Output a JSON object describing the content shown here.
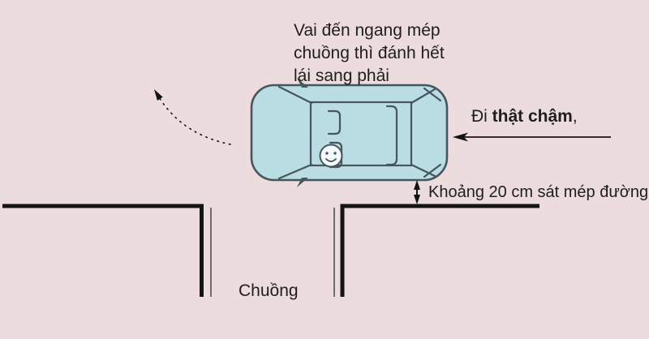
{
  "scene": {
    "background_color": "#ecdcdd",
    "car_fill": "#b9dde3",
    "car_stroke": "#46565c",
    "line_color": "#141414",
    "thin_line_color": "#3c3c3c",
    "text_color": "#1e1e1e",
    "smiley_fill": "#f4fafb"
  },
  "labels": {
    "instruction_lines": [
      "Vai đến ngang mép",
      "chuồng thì đánh hết",
      "lái sang phải"
    ],
    "speed_prefix": "Đi ",
    "speed_bold": "thật chậm",
    "speed_suffix": ",",
    "distance_note": "Khoảng 20 cm sát mép đường",
    "garage_label": "Chuồng"
  }
}
